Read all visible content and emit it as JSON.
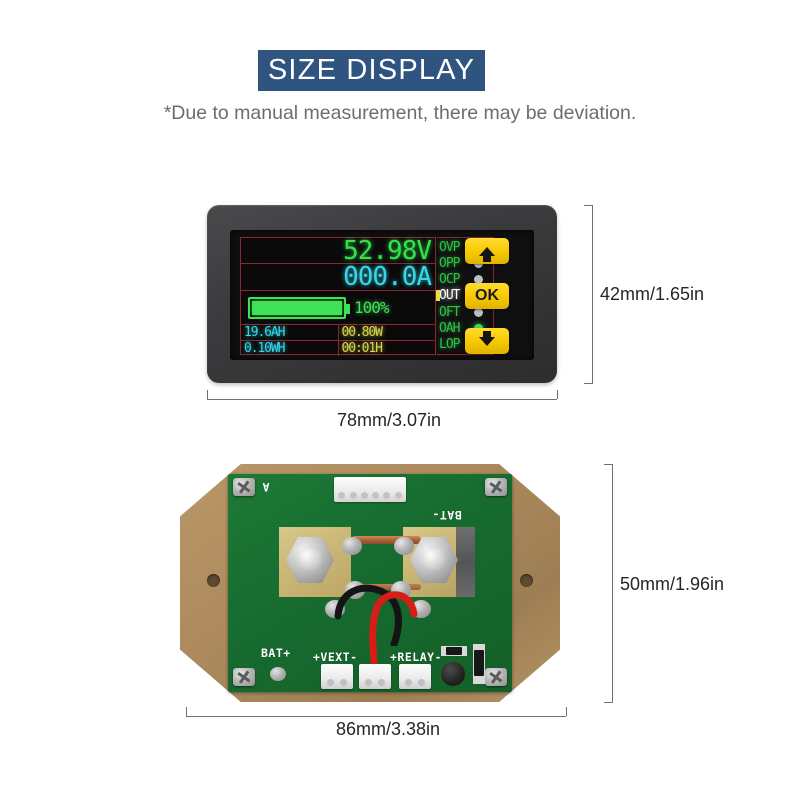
{
  "header": {
    "title": "SIZE DISPLAY",
    "subtitle": "*Due to manual measurement, there may be deviation.",
    "banner_color": "#2f5480"
  },
  "meter": {
    "lcd": {
      "voltage": "52.98V",
      "current": "000.0A",
      "battery_percent": "100%",
      "battery_fill": 100,
      "cells": [
        {
          "left": "19.6AH",
          "right": "00.80W"
        },
        {
          "left": "0.10WH",
          "right": "00:01H"
        }
      ],
      "status": [
        {
          "label": "OVP",
          "indicator": "dot-on"
        },
        {
          "label": "OPP",
          "indicator": "dot-off"
        },
        {
          "label": "OCP",
          "indicator": "dot-off"
        },
        {
          "label": "OUT",
          "indicator": "triangle"
        },
        {
          "label": "OFT",
          "indicator": "dot-off"
        },
        {
          "label": "OAH",
          "indicator": "dot-on"
        },
        {
          "label": "LOP",
          "indicator": "dot-on"
        }
      ],
      "colors": {
        "voltage": "#34e24a",
        "current": "#35d7e8",
        "grid": "#8e2530",
        "watt": "#d8d64a",
        "status_label": "#2fbf46",
        "on": "#3ee257",
        "off": "#b6c0c6"
      }
    },
    "buttons": [
      {
        "name": "up-button",
        "label": ""
      },
      {
        "name": "ok-button",
        "label": "OK"
      },
      {
        "name": "down-button",
        "label": ""
      }
    ],
    "button_color": "#f5c800"
  },
  "pcb": {
    "silkscreen": {
      "amp": "A",
      "bat_minus": "BAT-",
      "bat_plus": "BAT+",
      "vext": "+VEXT-",
      "relay": "+RELAY-"
    },
    "board_color": "#176b2f",
    "backing_color": "#ac8a5d"
  },
  "dimensions": {
    "meter_width": "78mm/3.07in",
    "meter_height": "42mm/1.65in",
    "pcb_width": "86mm/3.38in",
    "pcb_height": "50mm/1.96in"
  }
}
